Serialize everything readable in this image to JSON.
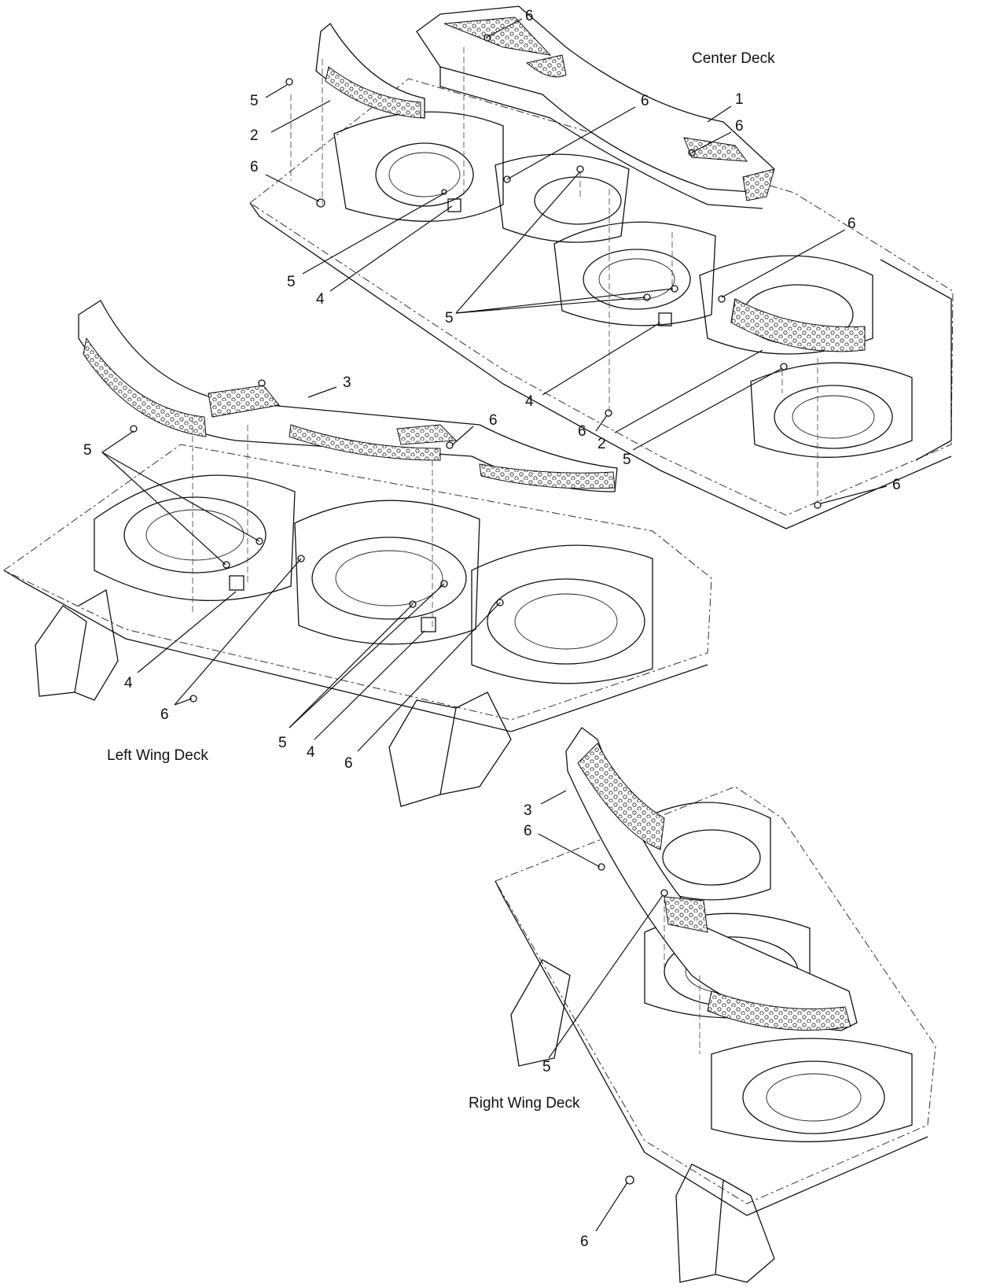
{
  "decks": [
    {
      "id": "center",
      "title": "Center Deck"
    },
    {
      "id": "left",
      "title": "Left Wing Deck"
    },
    {
      "id": "right",
      "title": "Right Wing Deck"
    }
  ],
  "callouts": [
    {
      "id": "c1",
      "label": "6"
    },
    {
      "id": "c2",
      "label": "Center Deck"
    },
    {
      "id": "c3",
      "label": "5"
    },
    {
      "id": "c4",
      "label": "6"
    },
    {
      "id": "c5",
      "label": "1"
    },
    {
      "id": "c6",
      "label": "6"
    },
    {
      "id": "c7",
      "label": "2"
    },
    {
      "id": "c8",
      "label": "6"
    },
    {
      "id": "c9",
      "label": "6"
    },
    {
      "id": "c10",
      "label": "5"
    },
    {
      "id": "c11",
      "label": "4"
    },
    {
      "id": "c12",
      "label": "5"
    },
    {
      "id": "c13",
      "label": "3"
    },
    {
      "id": "c14",
      "label": "4"
    },
    {
      "id": "c15",
      "label": "6"
    },
    {
      "id": "c16",
      "label": "6"
    },
    {
      "id": "c17",
      "label": "2"
    },
    {
      "id": "c18",
      "label": "5"
    },
    {
      "id": "c19",
      "label": "5"
    },
    {
      "id": "c20",
      "label": "6"
    },
    {
      "id": "c21",
      "label": "4"
    },
    {
      "id": "c22",
      "label": "6"
    },
    {
      "id": "c23",
      "label": "5"
    },
    {
      "id": "c24",
      "label": "4"
    },
    {
      "id": "c25",
      "label": "6"
    },
    {
      "id": "c26",
      "label": "3"
    },
    {
      "id": "c27",
      "label": "6"
    },
    {
      "id": "c28",
      "label": "5"
    },
    {
      "id": "c29",
      "label": "6"
    }
  ]
}
